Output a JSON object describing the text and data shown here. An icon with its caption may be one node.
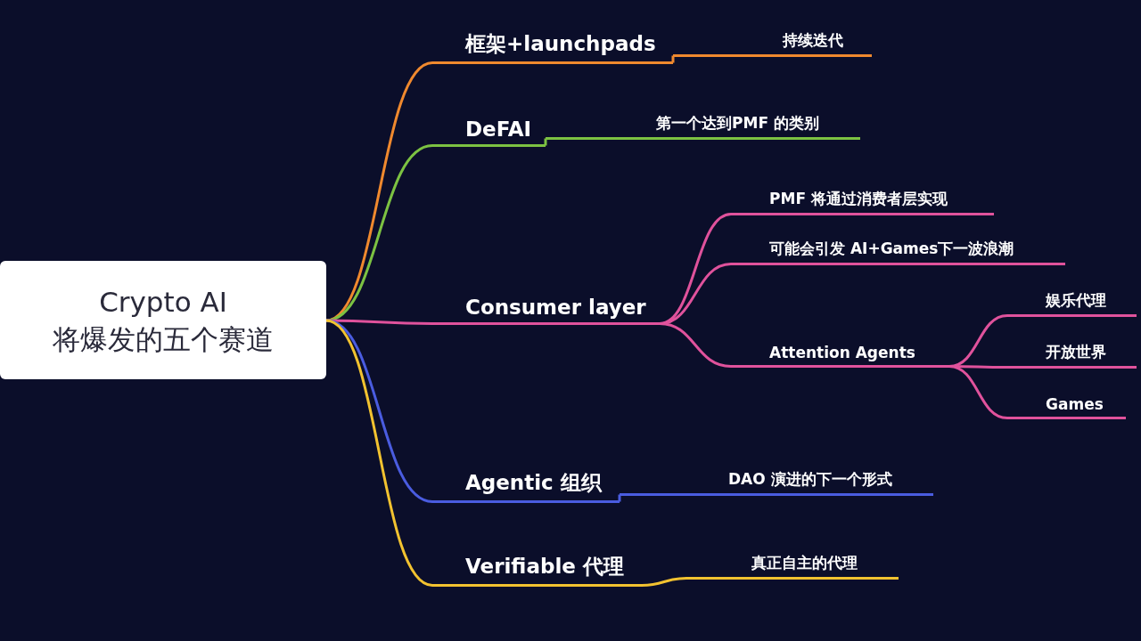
{
  "diagram": {
    "nodes": [
      {
        "text": [
          "Crypto AI 将爆发的五个赛道"
        ]
      },
      {
        "text": [
          "框架+launchpads"
        ]
      },
      {
        "text": [
          "持续迭代"
        ]
      },
      {
        "text": [
          "DeFAI"
        ]
      },
      {
        "text": [
          "第一个达到PMF 的类别"
        ]
      },
      {
        "text": [
          "Consumer layer"
        ]
      },
      {
        "text": [
          "PMF 将通过消费者层实现"
        ]
      },
      {
        "text": [
          "可能会引发 AI+Games下一波浪潮"
        ]
      },
      {
        "text": [
          "Attention Agents"
        ]
      },
      {
        "text": [
          "娱乐代理"
        ]
      },
      {
        "text": [
          "开放世界"
        ]
      },
      {
        "text": [
          "Games"
        ]
      },
      {
        "text": [
          "Agentic 组织"
        ]
      },
      {
        "text": [
          "DAO 演进的下一个形式"
        ]
      },
      {
        "text": [
          "Verifiable 代理"
        ]
      },
      {
        "text": [
          "真正自主的代理"
        ]
      }
    ],
    "edges": [
      {
        "from": 0,
        "to": 1,
        "arrow": "none",
        "color": "#f0892e"
      },
      {
        "from": 1,
        "to": 2,
        "arrow": "none",
        "color": "#f0892e"
      },
      {
        "from": 0,
        "to": 3,
        "arrow": "none",
        "color": "#7cc242"
      },
      {
        "from": 3,
        "to": 4,
        "arrow": "none",
        "color": "#7cc242"
      },
      {
        "from": 0,
        "to": 5,
        "arrow": "none"
      },
      {
        "from": 5,
        "to": 6,
        "arrow": "none"
      },
      {
        "from": 5,
        "to": 7,
        "arrow": "none"
      },
      {
        "from": 5,
        "to": 8,
        "arrow": "none"
      },
      {
        "from": 8,
        "to": 9,
        "arrow": "none"
      },
      {
        "from": 8,
        "to": 10,
        "arrow": "none"
      },
      {
        "from": 8,
        "to": 11,
        "arrow": "none"
      },
      {
        "from": 0,
        "to": 12,
        "arrow": "none",
        "color": "#4a5ce0"
      },
      {
        "from": 12,
        "to": 13,
        "arrow": "none",
        "color": "#4a5ce0"
      },
      {
        "from": 0,
        "to": 14,
        "arrow": "none",
        "color": "#f2c230"
      },
      {
        "from": 14,
        "to": 15,
        "arrow": "none",
        "color": "#f2c230"
      }
    ]
  }
}
